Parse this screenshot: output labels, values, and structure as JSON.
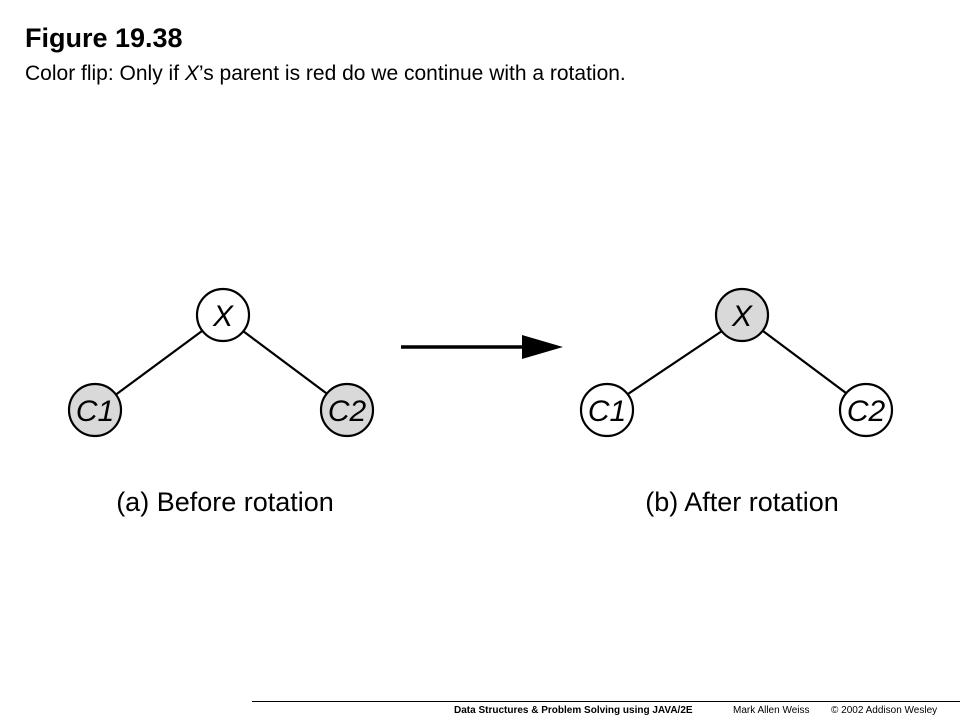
{
  "figure": {
    "title": "Figure 19.38",
    "caption_before": "Color flip: Only if ",
    "caption_italic": "X",
    "caption_after": "’s parent is red do we continue with a rotation."
  },
  "panel_a": {
    "root_label": "X",
    "left_label": "C1",
    "right_label": "C2",
    "root_fill": "#ffffff",
    "child_fill": "#d9d9d9",
    "caption": "(a) Before rotation"
  },
  "panel_b": {
    "root_label": "X",
    "left_label": "C1",
    "right_label": "C2",
    "root_fill": "#d9d9d9",
    "child_fill": "#ffffff",
    "caption": "(b) After rotation"
  },
  "footer": {
    "book": "Data Structures & Problem Solving using JAVA/2E",
    "author": "Mark Allen Weiss",
    "copyright": "© 2002  Addison Wesley"
  }
}
